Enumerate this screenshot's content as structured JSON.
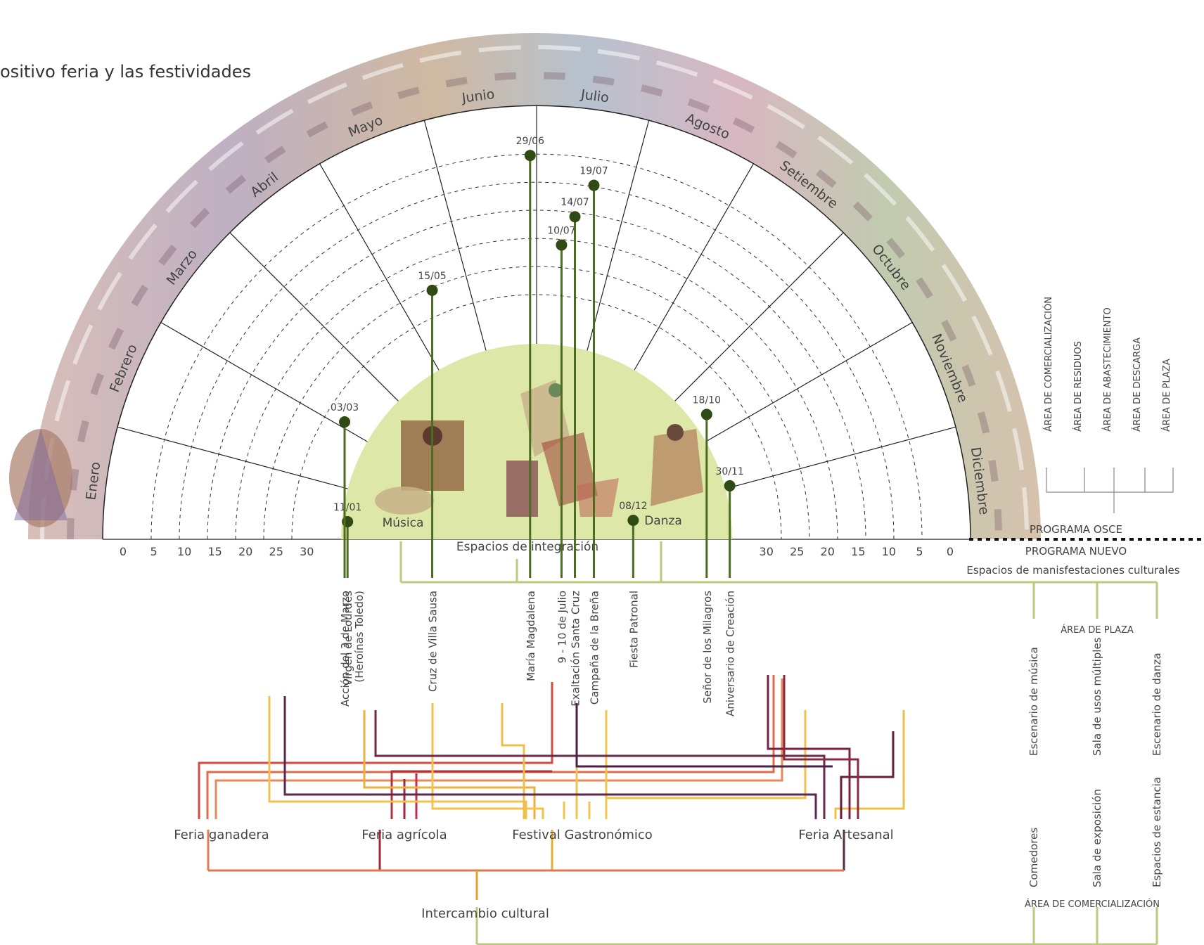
{
  "title": "ositivo feria y las festividades",
  "months": [
    "Enero",
    "Febrero",
    "Marzo",
    "Abril",
    "Mayo",
    "Junio",
    "Julio",
    "Agosto",
    "Setiembre",
    "Octubre",
    "Noviembre",
    "Diciembre"
  ],
  "scale_left": [
    "30",
    "25",
    "20",
    "15",
    "10",
    "5",
    "0"
  ],
  "scale_right": [
    "0",
    "5",
    "10",
    "15",
    "20",
    "25",
    "30"
  ],
  "center": {
    "musica": "Música",
    "danza": "Danza",
    "integracion": "Espacios de integración"
  },
  "events": [
    {
      "date": "11/01",
      "name": "Virgen de Lourdes"
    },
    {
      "date": "03/03",
      "name": "Acción del 3 de Marzo",
      "name2": "(Heroínas Toledo)"
    },
    {
      "date": "15/05",
      "name": "Cruz de Villa Sausa"
    },
    {
      "date": "29/06",
      "name": "María Magdalena"
    },
    {
      "date": "10/07",
      "name": "9 - 10 de Julio"
    },
    {
      "date": "14/07",
      "name": "Exaltación Santa Cruz"
    },
    {
      "date": "19/07",
      "name": "Campaña de la Breña"
    },
    {
      "date": "08/12",
      "name": "Fiesta Patronal"
    },
    {
      "date": "18/10",
      "name": "Señor de los Milagros"
    },
    {
      "date": "30/11",
      "name": "Aniversario de Creación"
    }
  ],
  "fairs": [
    "Feria  ganadera",
    "Feria  agrícola",
    "Festival Gastronómico",
    "Feria Artesanal"
  ],
  "exchange": "Intercambio cultural",
  "programs": {
    "osce": "PROGRAMA OSCE",
    "nuevo": "PROGRAMA NUEVO",
    "manifest": "Espacios de manisfestaciones culturales"
  },
  "legend": [
    {
      "label": "ÁREA DE COMERCIALIZACIÓN",
      "color": "#d9a3a3"
    },
    {
      "label": "ÁREA DE RESIDUOS",
      "color": "#9cc4b2"
    },
    {
      "label": "ÁREA DE ABASTECIMIENTO",
      "color": "#8d8dab"
    },
    {
      "label": "ÁREA DE DESCARGA",
      "color": "#e3c48f"
    },
    {
      "label": "ÁREA DE PLAZA",
      "color": "#e9c08d"
    }
  ],
  "plaza": {
    "area": "ÁREA DE PLAZA",
    "items": [
      "Escenario  de música",
      "Sala de usos múltiples",
      "Escenario  de danza"
    ]
  },
  "comercial": {
    "area": "ÁREA DE COMERCIALIZACIÓN",
    "items": [
      "Comedores",
      "Sala de exposición",
      "Espacios de estancia"
    ]
  },
  "colors": {
    "olive": "#4d6b21",
    "green_fill": "#dde8a8",
    "green_line": "#b9cc7e",
    "plaza_text": "#e3b88a",
    "comercial_text": "#d88e8e"
  }
}
